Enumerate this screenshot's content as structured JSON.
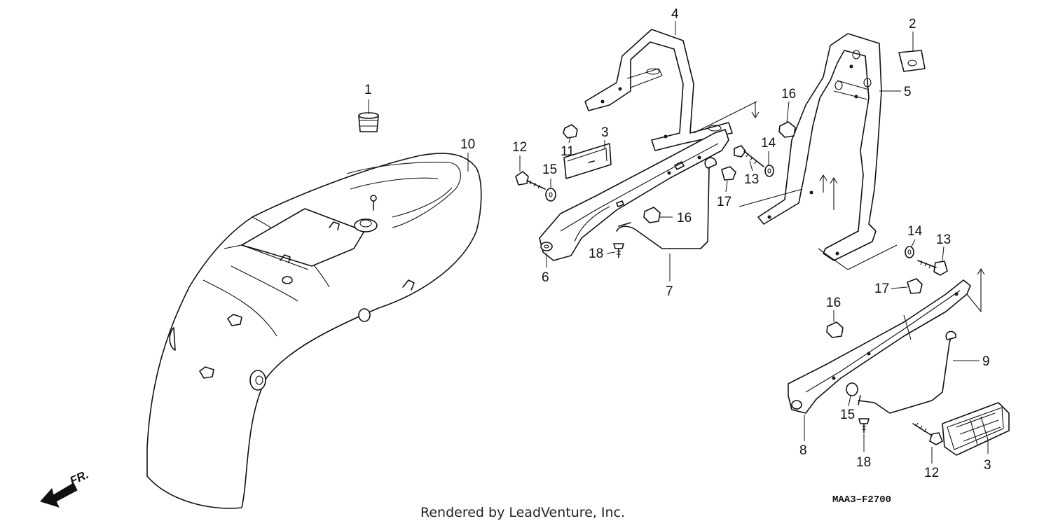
{
  "diagram": {
    "code": "MAA3–F2700",
    "credit": "Rendered by LeadVenture, Inc.",
    "direction": "FR.",
    "callouts": {
      "c1": "1",
      "c2": "2",
      "c3a": "3",
      "c3b": "3",
      "c4": "4",
      "c5": "5",
      "c6": "6",
      "c7": "7",
      "c8": "8",
      "c9": "9",
      "c10": "10",
      "c11": "11",
      "c12a": "12",
      "c12b": "12",
      "c13a": "13",
      "c13b": "13",
      "c14a": "14",
      "c14b": "14",
      "c15a": "15",
      "c15b": "15",
      "c16a": "16",
      "c16b": "16",
      "c16c": "16",
      "c17a": "17",
      "c17b": "17",
      "c18a": "18",
      "c18b": "18"
    }
  }
}
